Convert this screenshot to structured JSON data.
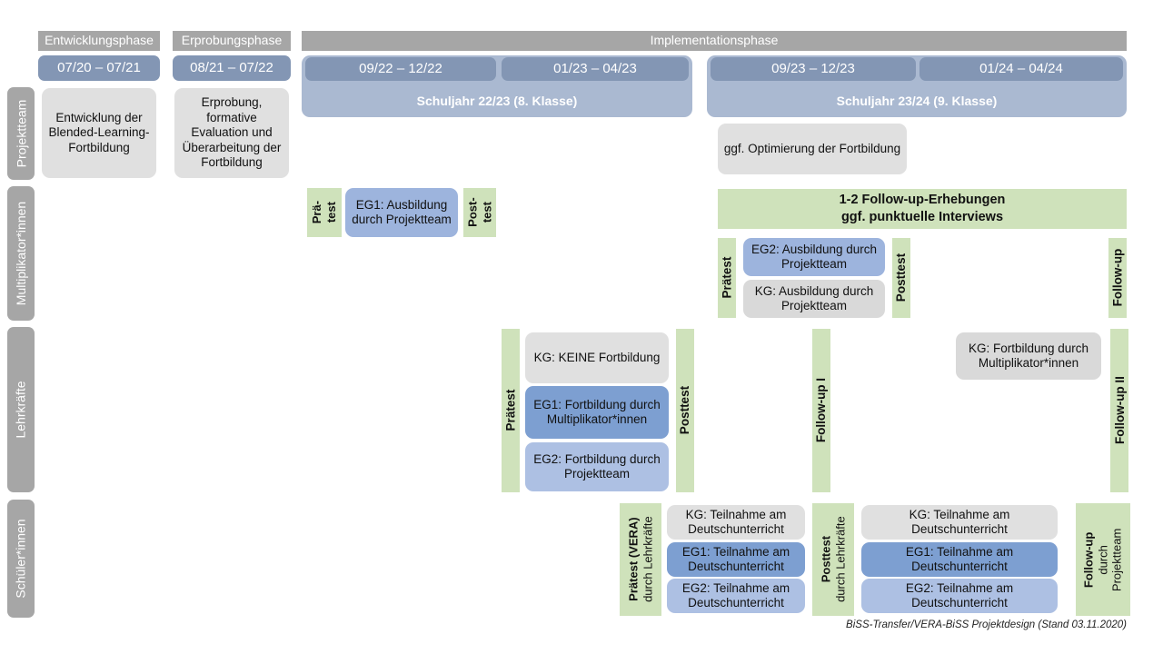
{
  "diagram": {
    "footnote": "BiSS-Transfer/VERA-BiSS Projektdesign (Stand 03.11.2020)",
    "colors": {
      "phase_header": "#a6a6a6",
      "period": "#8396b4",
      "school_year": "#aab9d1",
      "row_label": "#a6a6a6",
      "green": "#cfe2bb",
      "grey_box": "#e0e0e0",
      "blue_dark": "#7d9fd1",
      "blue_mid": "#9db4dd",
      "blue_light": "#adc0e3"
    }
  },
  "phases": [
    {
      "label": "Entwicklungsphase"
    },
    {
      "label": "Erprobungsphase"
    },
    {
      "label": "Implementationsphase"
    }
  ],
  "periods": [
    {
      "label": "07/20 – 07/21"
    },
    {
      "label": "08/21 – 07/22"
    },
    {
      "label": "09/22 – 12/22"
    },
    {
      "label": "01/23 – 04/23"
    },
    {
      "label": "09/23 – 12/23"
    },
    {
      "label": "01/24 – 04/24"
    }
  ],
  "school_years": [
    {
      "label": "Schuljahr 22/23 (8. Klasse)"
    },
    {
      "label": "Schuljahr 23/24 (9. Klasse)"
    }
  ],
  "rows": [
    {
      "label": "Projektteam"
    },
    {
      "label": "Multiplikator*innen"
    },
    {
      "label": "Lehrkräfte"
    },
    {
      "label": "Schüler*innen"
    }
  ],
  "projektteam": {
    "entwicklung": "Entwicklung der Blended-Learning-Fortbildung",
    "erprobung": "Erprobung, formative Evaluation und Überarbeitung der Fortbildung",
    "optimierung": "ggf. Optimierung der Fortbildung"
  },
  "multiplikatoren": {
    "praetest_short_l1": "Prä-",
    "praetest_short_l2": "test",
    "posttest_short_l1": "Post-",
    "posttest_short_l2": "test",
    "eg1": "EG1: Ausbildung durch Projektteam",
    "praetest": "Prätest",
    "posttest": "Posttest",
    "followup": "Follow-up",
    "banner_l1": "1-2 Follow-up-Erhebungen",
    "banner_l2": "ggf. punktuelle Interviews",
    "eg2": "EG2: Ausbildung durch Projektteam",
    "kg": "KG: Ausbildung durch Projektteam"
  },
  "lehrkraefte": {
    "praetest": "Prätest",
    "posttest": "Posttest",
    "followup1": "Follow-up I",
    "followup2": "Follow-up II",
    "kg_keine": "KG:  KEINE Fortbildung",
    "eg1": "EG1: Fortbildung durch Multiplikator*innen",
    "eg2": "EG2: Fortbildung durch Projektteam",
    "kg_fortbildung": "KG: Fortbildung durch Multiplikator*innen"
  },
  "schueler": {
    "praetest_l1": "Prätest (VERA)",
    "praetest_l2": "durch Lehrkräfte",
    "posttest_l1": "Posttest",
    "posttest_l2": "durch Lehrkräfte",
    "followup_l1": "Follow-up",
    "followup_l2": "durch",
    "followup_l3": "Projektteam",
    "kg": "KG: Teilnahme am Deutschunterricht",
    "eg1": "EG1: Teilnahme am Deutschunterricht",
    "eg2": "EG2: Teilnahme am Deutschunterricht"
  }
}
